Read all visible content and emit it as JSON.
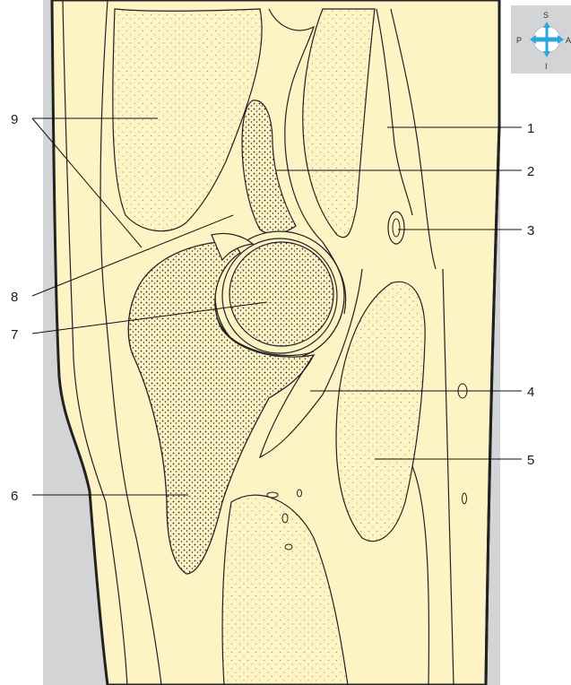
{
  "colors": {
    "tissue": "#fdf3c5",
    "background_gray": "#d3d4d6",
    "outline": "#222222",
    "compass_arrow": "#2aa6e0"
  },
  "orientation": {
    "superior": "S",
    "inferior": "I",
    "posterior": "P",
    "anterior": "A"
  },
  "labels": {
    "left": [
      "9",
      "8",
      "7",
      "6"
    ],
    "right": [
      "1",
      "2",
      "3",
      "4",
      "5"
    ]
  }
}
